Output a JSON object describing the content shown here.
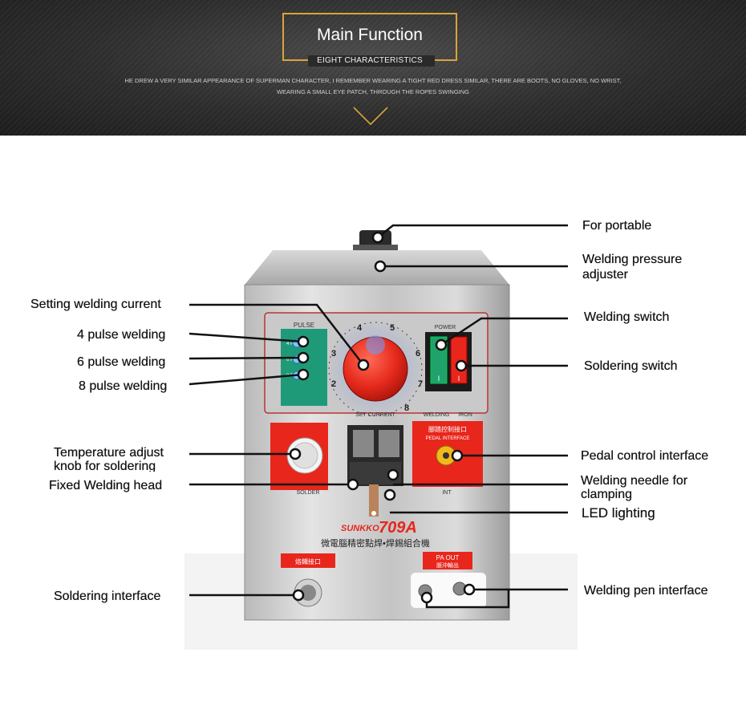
{
  "banner": {
    "title": "Main Function",
    "subtitle": "EIGHT CHARACTERISTICS",
    "blurb": "HE DREW A VERY SIMILAR APPEARANCE OF SUPERMAN CHARACTER, I REMEMBER WEARING A TIGHT RED DRESS SIMILAR, THERE ARE BOOTS, NO GLOVES, NO WRIST, WEARING A SMALL EYE PATCH, THROUGH THE ROPES SWINGING"
  },
  "device": {
    "brand": "SUNKKO",
    "model": "709A",
    "subtitle_cn": "微電腦精密點焊•焊錫組合機",
    "pulse_label": "PULSE",
    "pulse_options": [
      "4 P",
      "6 P",
      "8 P"
    ],
    "power_label": "POWER",
    "set_current_label": "SET CURRENT",
    "welding_label": "WELDING",
    "iron_label": "IRON",
    "dial_numbers": [
      "2",
      "3",
      "4",
      "5",
      "6",
      "7",
      "8"
    ],
    "solder_label": "SOLDER",
    "pedal_cn": "腳踏控制接口",
    "pedal_en": "PEDAL INTERFACE",
    "int_label": "INT",
    "pa_out_label": "PA OUT",
    "pa_out_cn": "脈沖輸出",
    "solder_port_label": "烙鐵接口"
  },
  "callouts": {
    "left": [
      "Setting welding current",
      "4 pulse welding",
      "6 pulse welding",
      "8 pulse welding",
      "Temperature adjust knob for soldering",
      "Fixed Welding head",
      "Soldering interface"
    ],
    "right": [
      "For portable",
      "Welding pressure adjuster",
      "Welding switch",
      "Soldering switch",
      "Pedal control interface",
      "Welding needle for clamping",
      "LED lighting",
      "Welding pen interface"
    ]
  },
  "colors": {
    "banner_bg": "#2b2b2b",
    "frame_gold": "#d9a43a",
    "panel_red": "#e8261c",
    "pulse_green": "#1f9a78",
    "steel": "#c8c8c8"
  }
}
